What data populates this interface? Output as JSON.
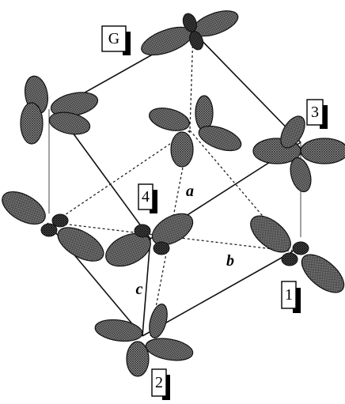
{
  "site_labels": {
    "g": "G",
    "one": "1",
    "two": "2",
    "three": "3",
    "four": "4"
  },
  "axis_labels": {
    "a": "a",
    "b": "b",
    "c": "c"
  }
}
